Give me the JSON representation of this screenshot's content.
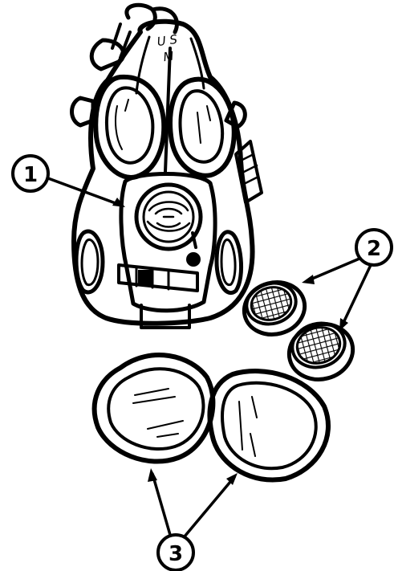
{
  "figure": {
    "mask_stencil": "U S\nM",
    "callouts": [
      {
        "id": "1",
        "label": "1"
      },
      {
        "id": "2",
        "label": "2"
      },
      {
        "id": "3",
        "label": "3"
      }
    ]
  },
  "colors": {
    "ink": "#000000",
    "paper": "#ffffff"
  }
}
